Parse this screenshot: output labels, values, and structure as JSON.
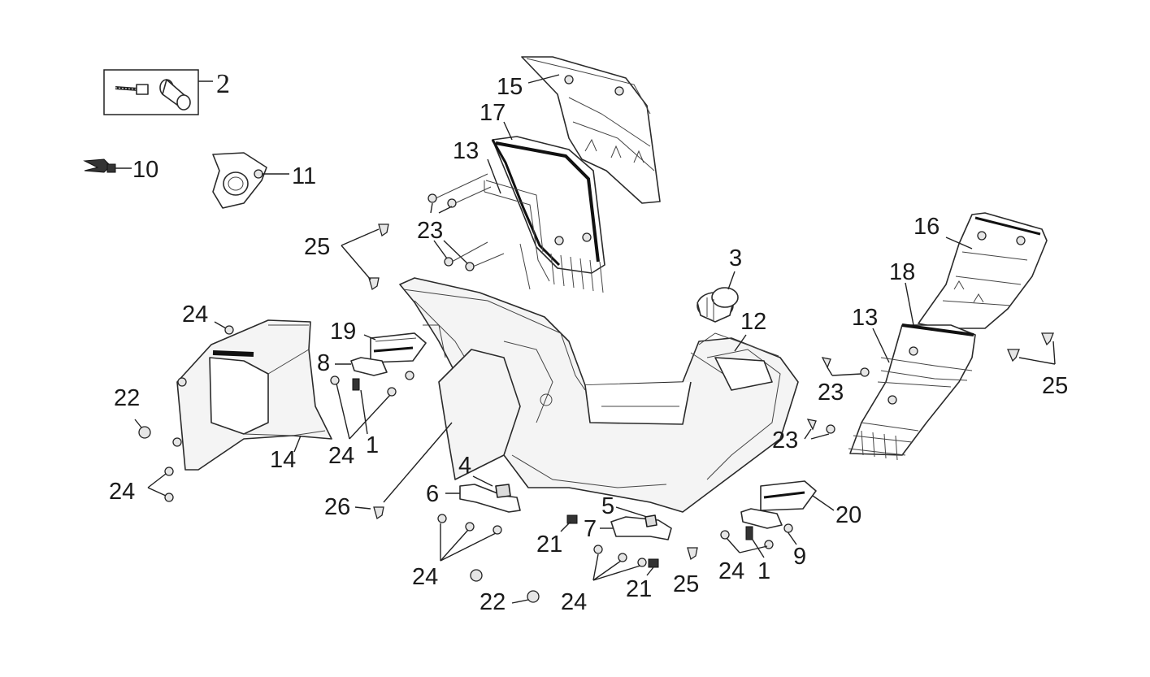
{
  "callouts": {
    "c1a": "1",
    "c1b": "1",
    "c2": "2",
    "c3": "3",
    "c4": "4",
    "c5": "5",
    "c6": "6",
    "c7": "7",
    "c8": "8",
    "c9": "9",
    "c10": "10",
    "c11": "11",
    "c12": "12",
    "c13a": "13",
    "c13b": "13",
    "c14": "14",
    "c15": "15",
    "c16": "16",
    "c17": "17",
    "c18": "18",
    "c19": "19",
    "c20": "20",
    "c21a": "21",
    "c21b": "21",
    "c22a": "22",
    "c22b": "22",
    "c23a": "23",
    "c23b": "23",
    "c23c": "23",
    "c24a": "24",
    "c24b": "24",
    "c24c": "24",
    "c24d": "24",
    "c24e": "24",
    "c24f": "24",
    "c25a": "25",
    "c25b": "25",
    "c25c": "25",
    "c26": "26"
  }
}
